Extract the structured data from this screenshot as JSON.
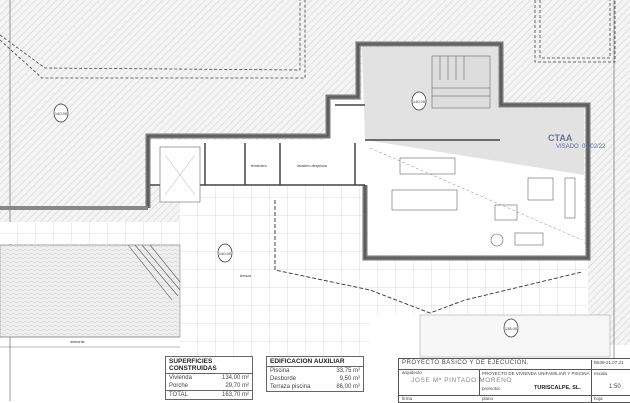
{
  "plan": {
    "levels": [
      "140.00",
      "140.00",
      "140.00",
      "138.00"
    ],
    "labels": {
      "terraza": "terraza",
      "desborde": "desborde",
      "tendedero": "tendedero",
      "lavadero": "lavadero-despensa"
    }
  },
  "stamp": {
    "org": "CTAA",
    "visado": "VISADO",
    "date": "04/02/22"
  },
  "superficies": {
    "title": "SUPERFICIES CONSTRUIDAS",
    "rows": [
      {
        "label": "Vivienda",
        "value": "134,00 m²"
      },
      {
        "label": "Porche",
        "value": "29,70 m²"
      }
    ],
    "total": {
      "label": "TOTAL",
      "value": "163,70 m²"
    }
  },
  "auxiliar": {
    "title": "EDIFICACION AUXILIAR",
    "rows": [
      {
        "label": "Piscina",
        "value": "33,75 m²"
      },
      {
        "label": "Desborde",
        "value": "9,50 m²"
      },
      {
        "label": "Terraza piscina",
        "value": "86,00 m²"
      }
    ]
  },
  "titleblock": {
    "project": "PROYECTO BÁSICO Y DE EJECUCIÓN.",
    "code": "B639-21.07.21",
    "architect_label": "arquitecto",
    "architect": "JOSE Mª PINTADO MORENO",
    "description": "PROYECTO DE VIVIENDA UNIFAMILIAR Y PISCINA",
    "promoter_label": "promotor",
    "promoter": "TURISCALPE, SL.",
    "scale_label": "escala",
    "scale": "1:50",
    "plano_label": "plano",
    "firma_label": "firma",
    "hoja_label": "hoja"
  }
}
